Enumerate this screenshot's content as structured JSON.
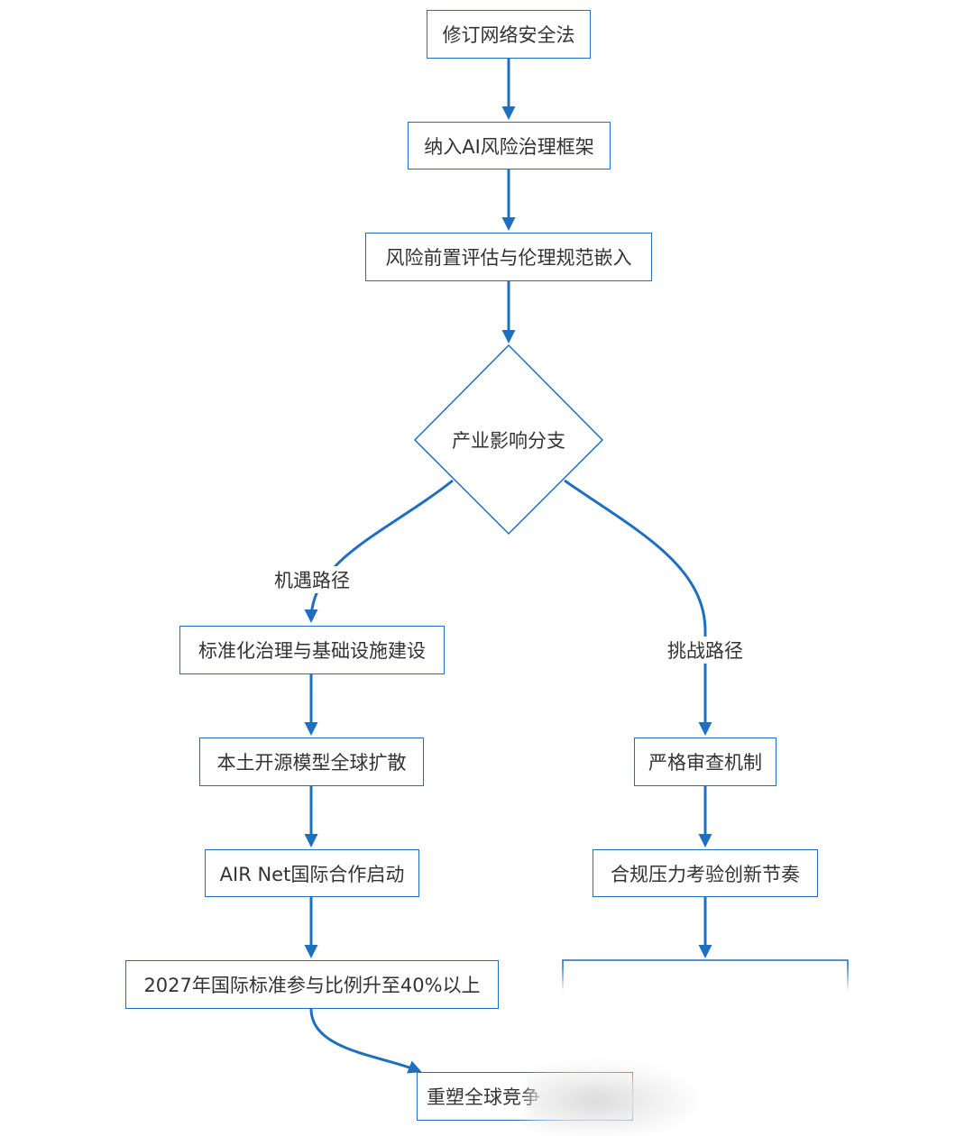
{
  "nodes": {
    "n1": "修订网络安全法",
    "n2": "纳入AI风险治理框架",
    "n3": "风险前置评估与伦理规范嵌入",
    "decision": "产业影响分支",
    "o1": "标准化治理与基础设施建设",
    "o2": "本土开源模型全球扩散",
    "o3": "AIR Net国际合作启动",
    "o4": "2027年国际标准参与比例升至40%以上",
    "c1": "严格审查机制",
    "c2": "合规压力考验创新节奏",
    "final": "重塑全球竞争"
  },
  "edge_labels": {
    "opportunity": "机遇路径",
    "challenge": "挑战路径"
  },
  "colors": {
    "line": "#1f6fbf",
    "border": "#1f6fbf",
    "text": "#333333"
  }
}
